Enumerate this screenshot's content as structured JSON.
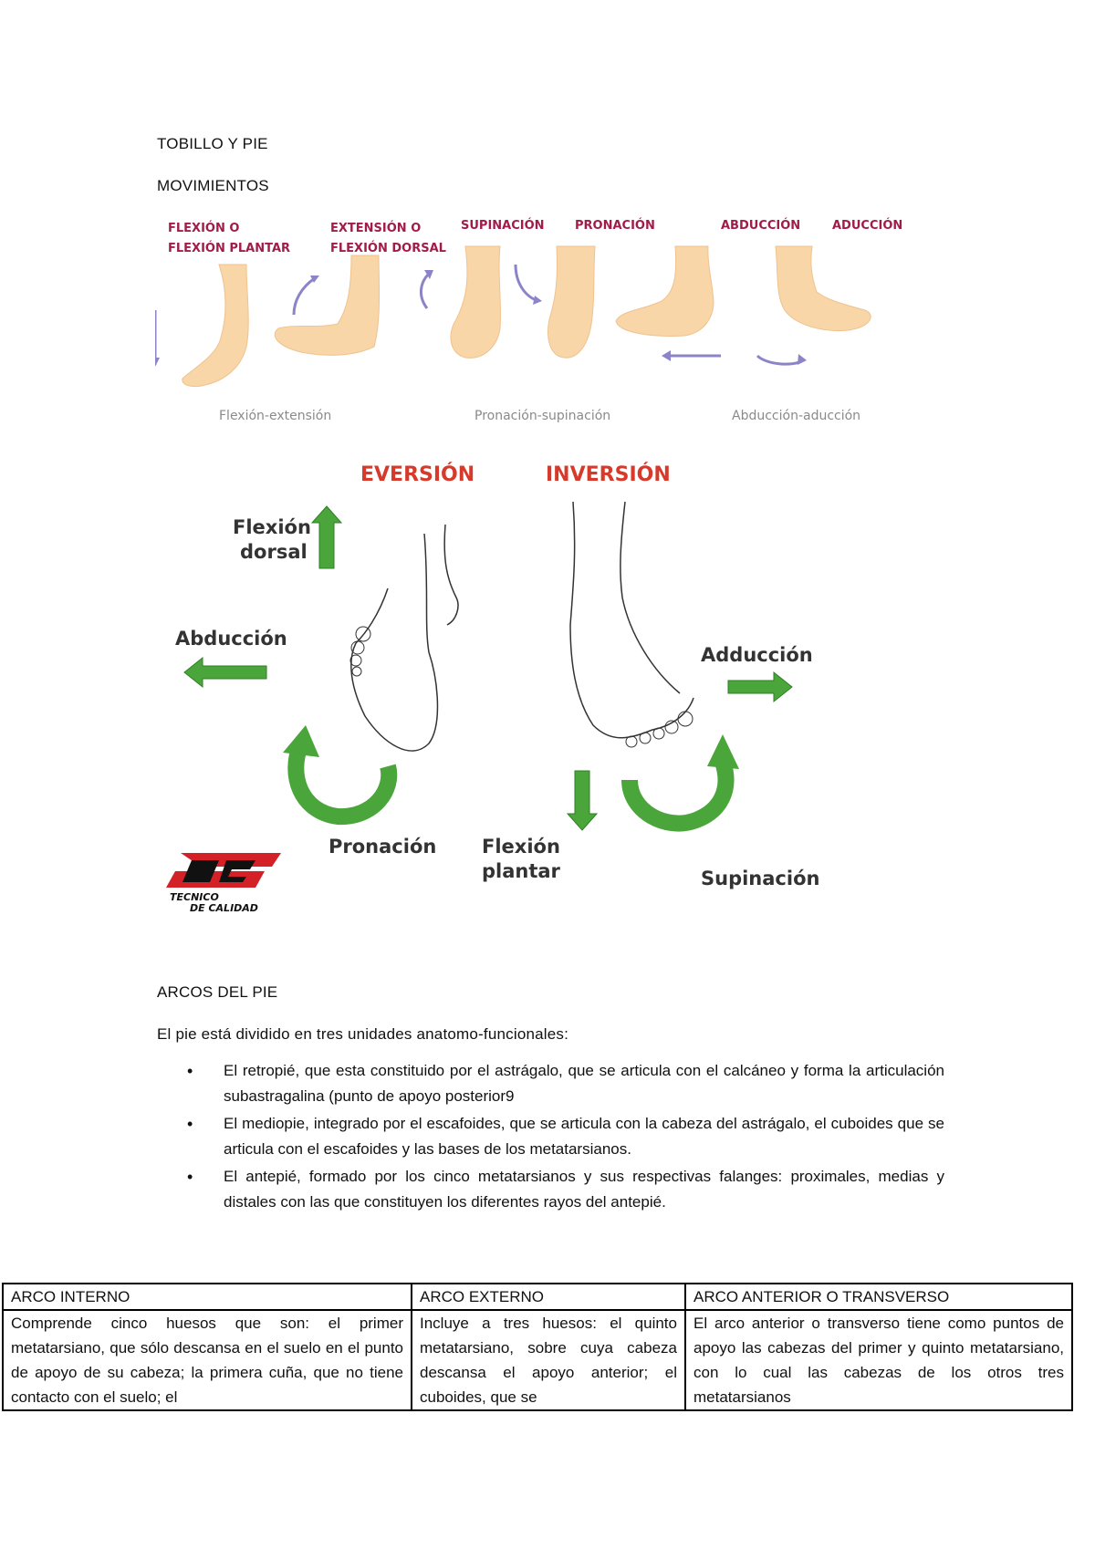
{
  "heading": "TOBILLO Y PIE",
  "movimientos_title": "MOVIMIENTOS",
  "figure1": {
    "labels": [
      {
        "line1": "FLEXIÓN O",
        "line2": "FLEXIÓN PLANTAR"
      },
      {
        "line1": "EXTENSIÓN O",
        "line2": "FLEXIÓN DORSAL"
      },
      {
        "line1": "SUPINACIÓN",
        "line2": ""
      },
      {
        "line1": "PRONACIÓN",
        "line2": ""
      },
      {
        "line1": "ABDUCCIÓN",
        "line2": ""
      },
      {
        "line1": "ADUCCIÓN",
        "line2": ""
      }
    ],
    "captions": [
      "Flexión-extensión",
      "Pronación-supinación",
      "Abducción-aducción"
    ],
    "colors": {
      "skin": "#f8d6a8",
      "label": "#a11c4a",
      "arrow": "#8c84c8"
    }
  },
  "figure2": {
    "eversion": "EVERSIÓN",
    "inversion": "INVERSIÓN",
    "flexion_dorsal": [
      "Flexión",
      "dorsal"
    ],
    "abduccion": "Abducción",
    "aduccion": "Adducción",
    "pronacion": "Pronación",
    "flexion_plantar": [
      "Flexión",
      "plantar"
    ],
    "supinacion": "Supinación",
    "logo_text": "TECNICO DE CALIDAD",
    "colors": {
      "arrow": "#4aa63a",
      "title": "#d73a2a",
      "logo": "#d42027"
    }
  },
  "arcos_title": "ARCOS DEL PIE",
  "intro": "El pie está dividido en tres unidades anatomo-funcionales:",
  "bullets": [
    "El retropié, que esta constituido por el astrágalo, que se articula con el calcáneo y forma la articulación subastragalina (punto de apoyo posterior9",
    "El mediopie, integrado por el escafoides, que se articula con la cabeza del astrágalo, el cuboides que se articula con el escafoides y las bases de los metatarsianos.",
    "El antepié, formado por los cinco metatarsianos y sus respectivas falanges: proximales, medias y distales con las que constituyen los diferentes rayos del antepié."
  ],
  "table": {
    "headers": [
      "ARCO INTERNO",
      "ARCO EXTERNO",
      "ARCO ANTERIOR O TRANSVERSO"
    ],
    "cells": [
      "Comprende cinco huesos que son: el primer metatarsiano, que sólo descansa en el suelo en el punto de apoyo de su cabeza; la primera cuña, que no tiene contacto con el suelo; el",
      "Incluye a tres huesos: el quinto metatarsiano, sobre cuya cabeza descansa el apoyo anterior; el cuboides, que se",
      "El arco anterior o transverso tiene como puntos de apoyo las cabezas del primer y quinto metatarsiano, con lo cual las cabezas de los otros tres metatarsianos"
    ]
  }
}
